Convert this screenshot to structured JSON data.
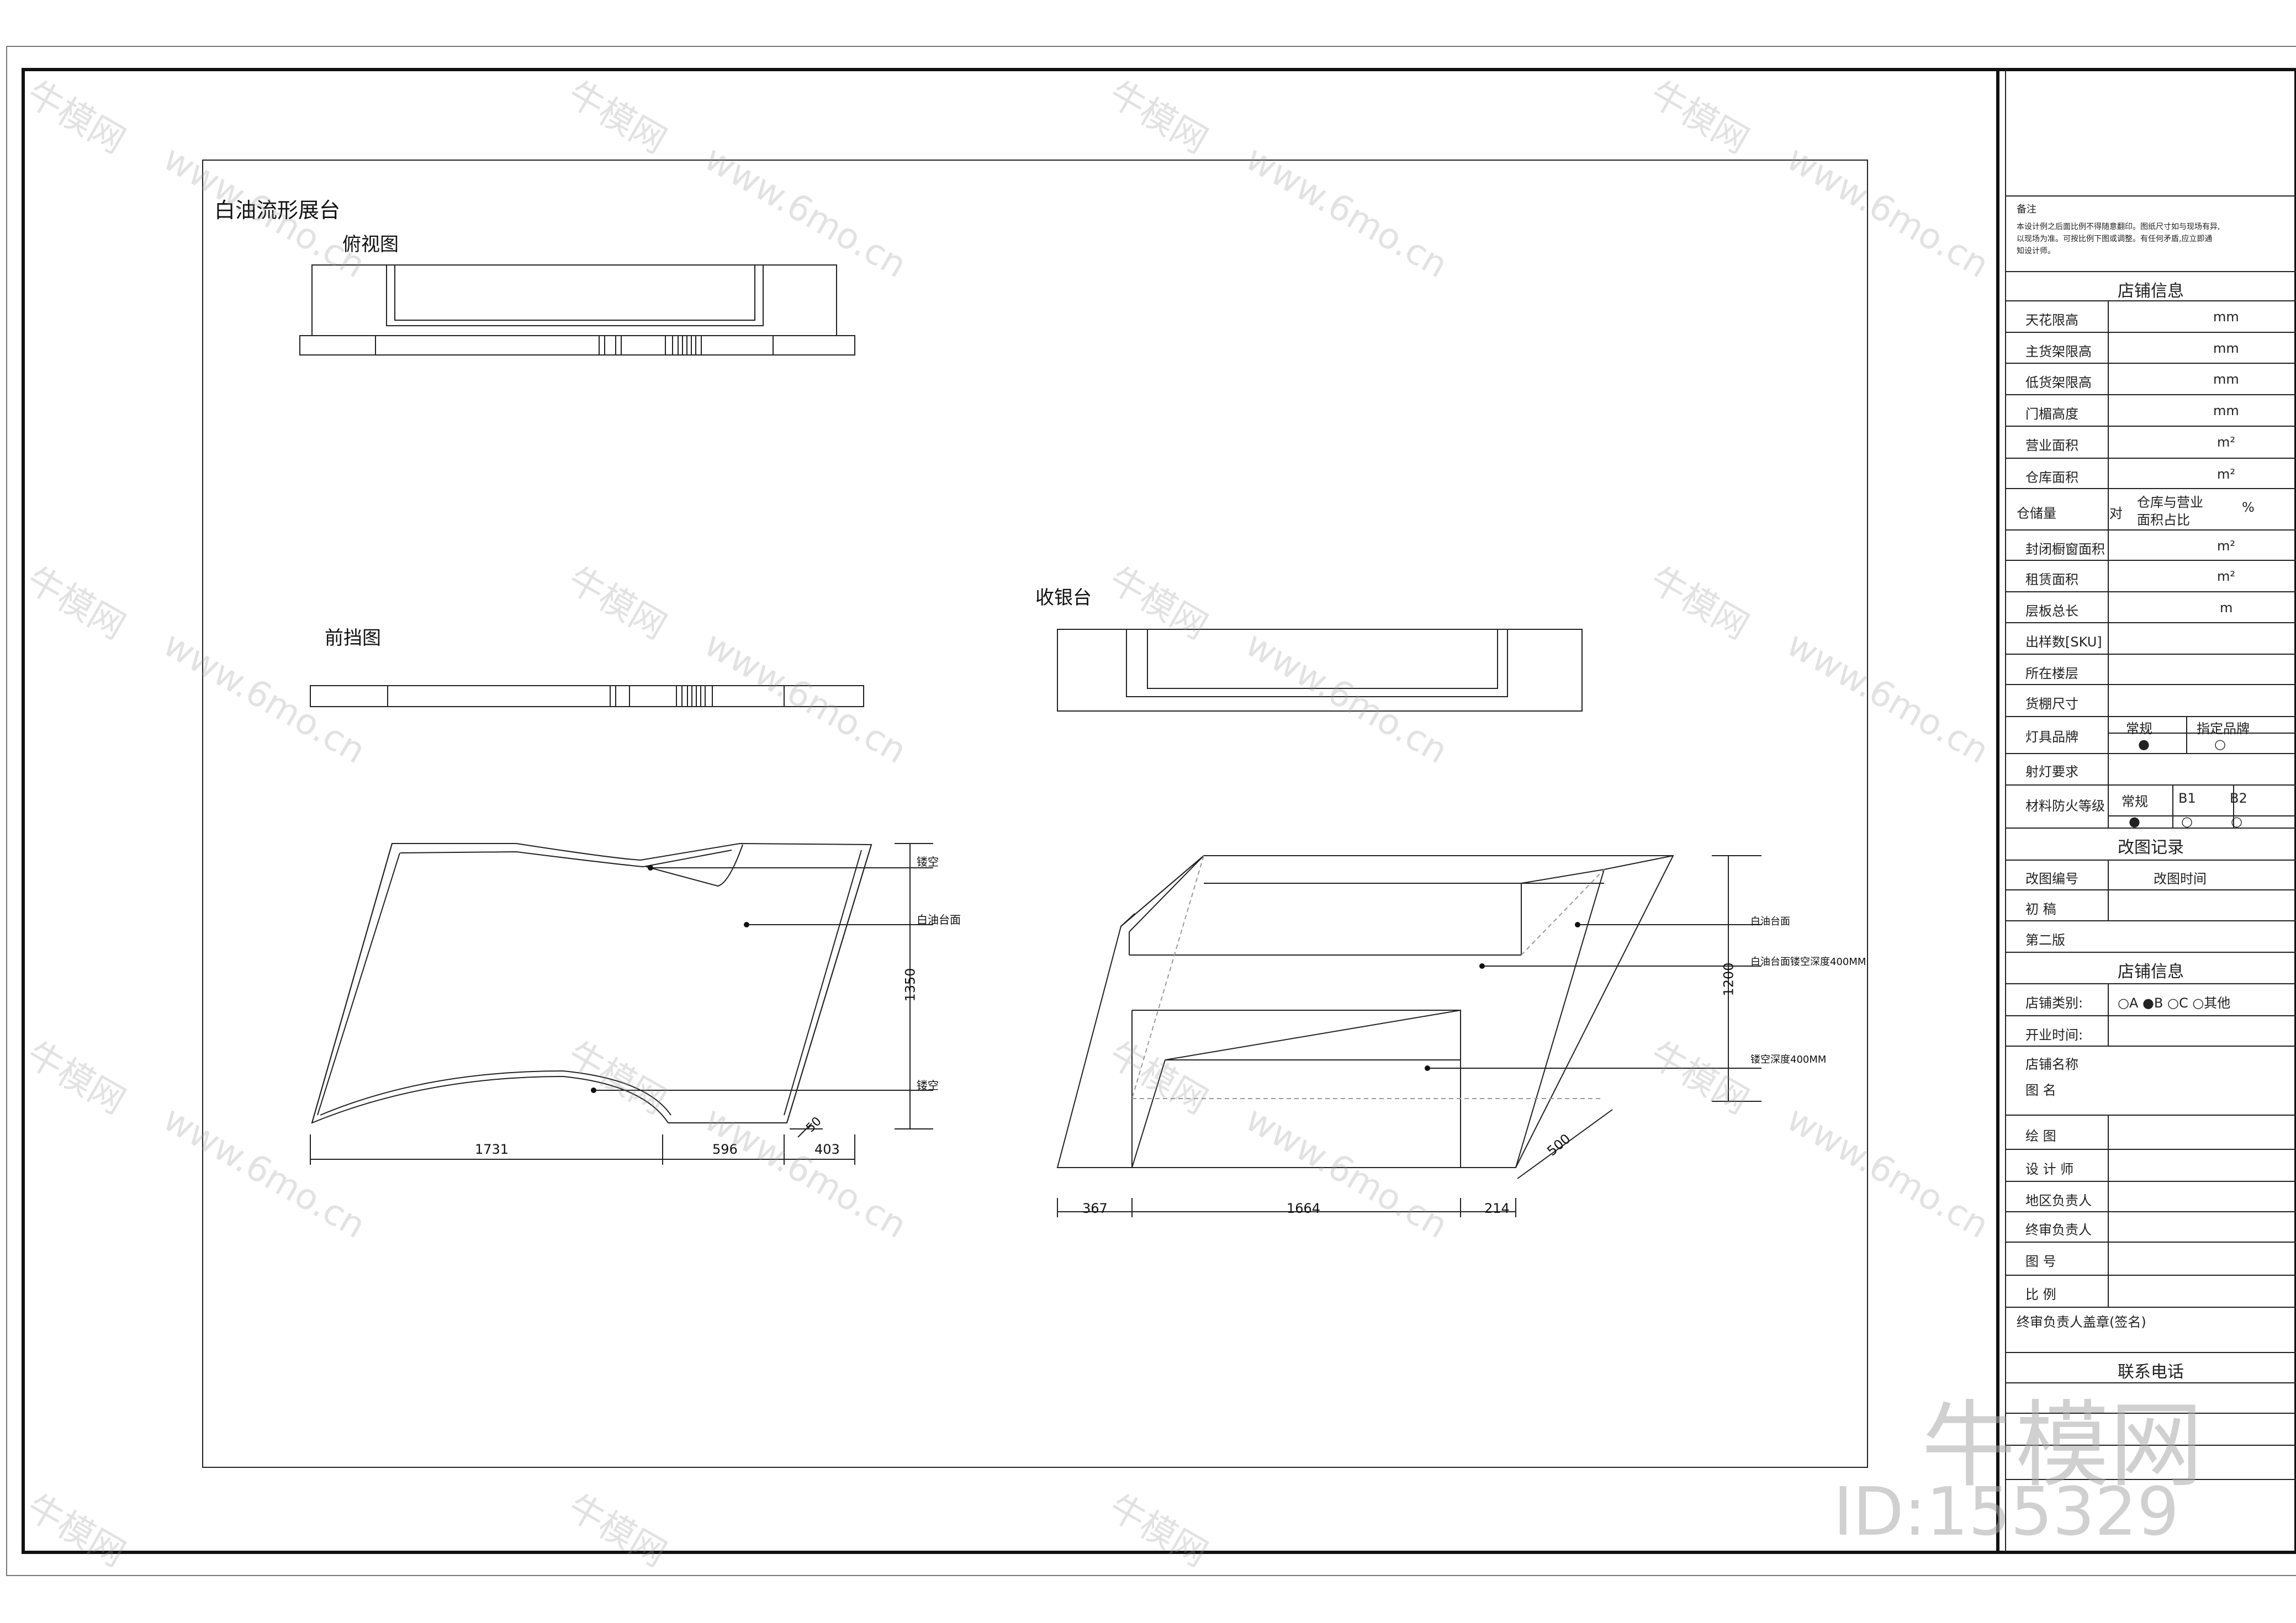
{
  "drawing": {
    "title": "白油流形展台",
    "top_view_title": "俯视图",
    "front_view_title": "前挡图",
    "cashier_title": "收银台"
  },
  "display_table": {
    "callouts": [
      "镂空",
      "白油台面",
      "镂空"
    ],
    "dims_horizontal": [
      "1731",
      "596",
      "403"
    ],
    "dim_vertical": "1350",
    "dim_small": "50"
  },
  "cashier": {
    "callouts": [
      "白油台面",
      "白油台面镂空深度400MM",
      "镂空深度400MM"
    ],
    "dim_vertical": "1200",
    "dim_depth": "500",
    "dims_horizontal": [
      "367",
      "1664",
      "214"
    ]
  },
  "title_block": {
    "notes_label": "备注",
    "notes_text": [
      "本设计例之后面比例不得随意翻印。图纸尺寸如与现场有异,",
      "以现场为准。可按比例下图或调整。有任何矛盾,应立即通",
      "知设计师。"
    ],
    "store_info_header": "店铺信息",
    "rows": [
      {
        "label": "天花限高",
        "unit": "mm"
      },
      {
        "label": "主货架限高",
        "unit": "mm"
      },
      {
        "label": "低货架限高",
        "unit": "mm"
      },
      {
        "label": "门楣高度",
        "unit": "mm"
      },
      {
        "label": "营业面积",
        "unit": "m²"
      },
      {
        "label": "仓库面积",
        "unit": "m²"
      }
    ],
    "storage_label": "仓储量",
    "storage_mid": "对",
    "storage_ratio": [
      "仓库与营业",
      "面积占比"
    ],
    "storage_unit": "%",
    "rows2": [
      {
        "label": "封闭橱窗面积",
        "unit": "m²"
      },
      {
        "label": "租赁面积",
        "unit": "m²"
      },
      {
        "label": "层板总长",
        "unit": "m"
      },
      {
        "label": "出样数[SKU]",
        "unit": ""
      },
      {
        "label": "所在楼层",
        "unit": ""
      },
      {
        "label": "货棚尺寸",
        "unit": ""
      }
    ],
    "lighting_label": "灯具品牌",
    "lighting_opts": [
      "常规",
      "指定品牌"
    ],
    "spot_label": "射灯要求",
    "fire_label": "材料防火等级",
    "fire_opts": [
      "常规",
      "B1",
      "B2"
    ],
    "revision_header": "改图记录",
    "revision_cols": [
      "改图编号",
      "改图时间"
    ],
    "revision_rows": [
      "初 稿",
      "第二版"
    ],
    "store_info_header2": "店铺信息",
    "store_type_label": "店铺类别:",
    "store_type_opts": "○A  ●B  ○C  ○其他",
    "open_time_label": "开业时间:",
    "store_name_label": "店铺名称",
    "drawing_name_label": "图 名",
    "sign_rows": [
      "绘    图",
      "设 计 师",
      "地区负责人",
      "终审负责人",
      "图    号",
      "比    例"
    ],
    "final_sign": "终审负责人盖章(签名)",
    "contact_header": "联系电话"
  },
  "watermark": {
    "brand": "牛模网",
    "site": "www.6mo.cn",
    "id": "ID:155329"
  }
}
